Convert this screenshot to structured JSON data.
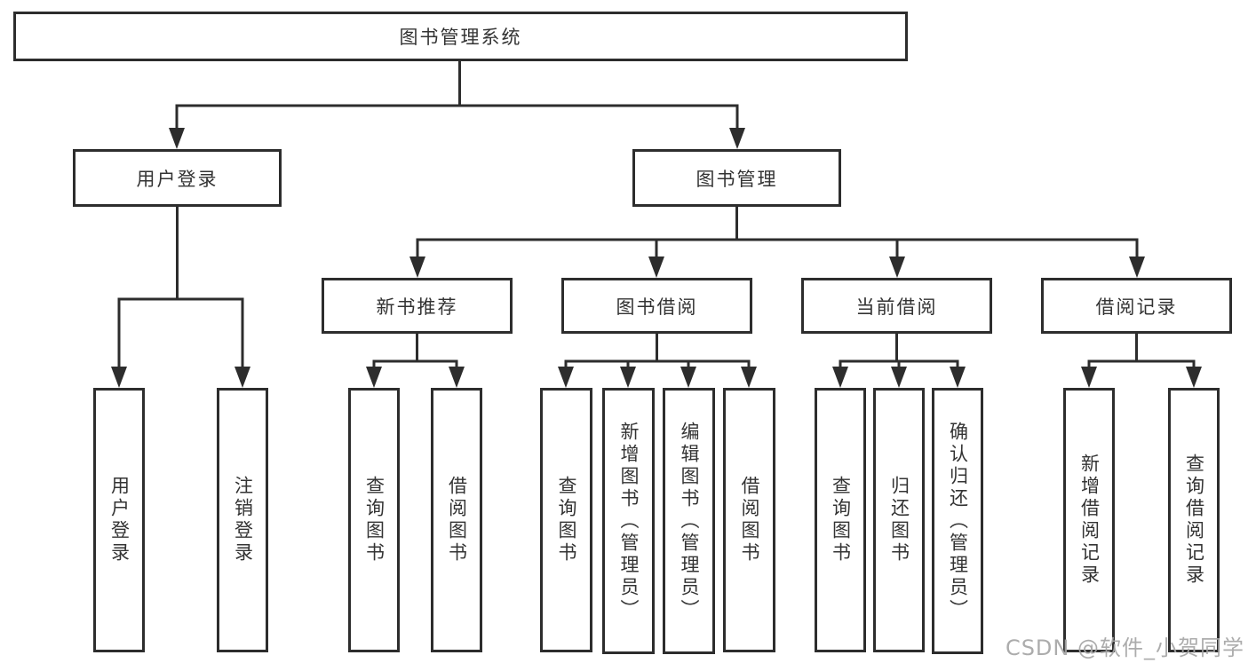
{
  "diagram": {
    "nodes": {
      "root": "图书管理系统",
      "user_login": "用户登录",
      "book_mgmt": "图书管理",
      "login": "用户登录",
      "logout": "注销登录",
      "new_book_rec": "新书推荐",
      "book_borrow": "图书借阅",
      "current_borrow": "当前借阅",
      "borrow_record": "借阅记录",
      "nbr_query_book": "查询图书",
      "nbr_borrow_book": "借阅图书",
      "bb_query_book": "查询图书",
      "bb_add_book": "新增图书（管理员）",
      "bb_edit_book": "编辑图书（管理员）",
      "bb_borrow_book": "借阅图书",
      "cb_query_book": "查询图书",
      "cb_return_book": "归还图书",
      "cb_confirm_return": "确认归还（管理员）",
      "br_add_record": "新增借阅记录",
      "br_query_record": "查询借阅记录"
    },
    "watermark": "CSDN @软件_小贺同学",
    "colors": {
      "line": "#2d2d2d",
      "text": "#333333",
      "watermark": "#a6a6a6",
      "background": "#ffffff"
    }
  }
}
